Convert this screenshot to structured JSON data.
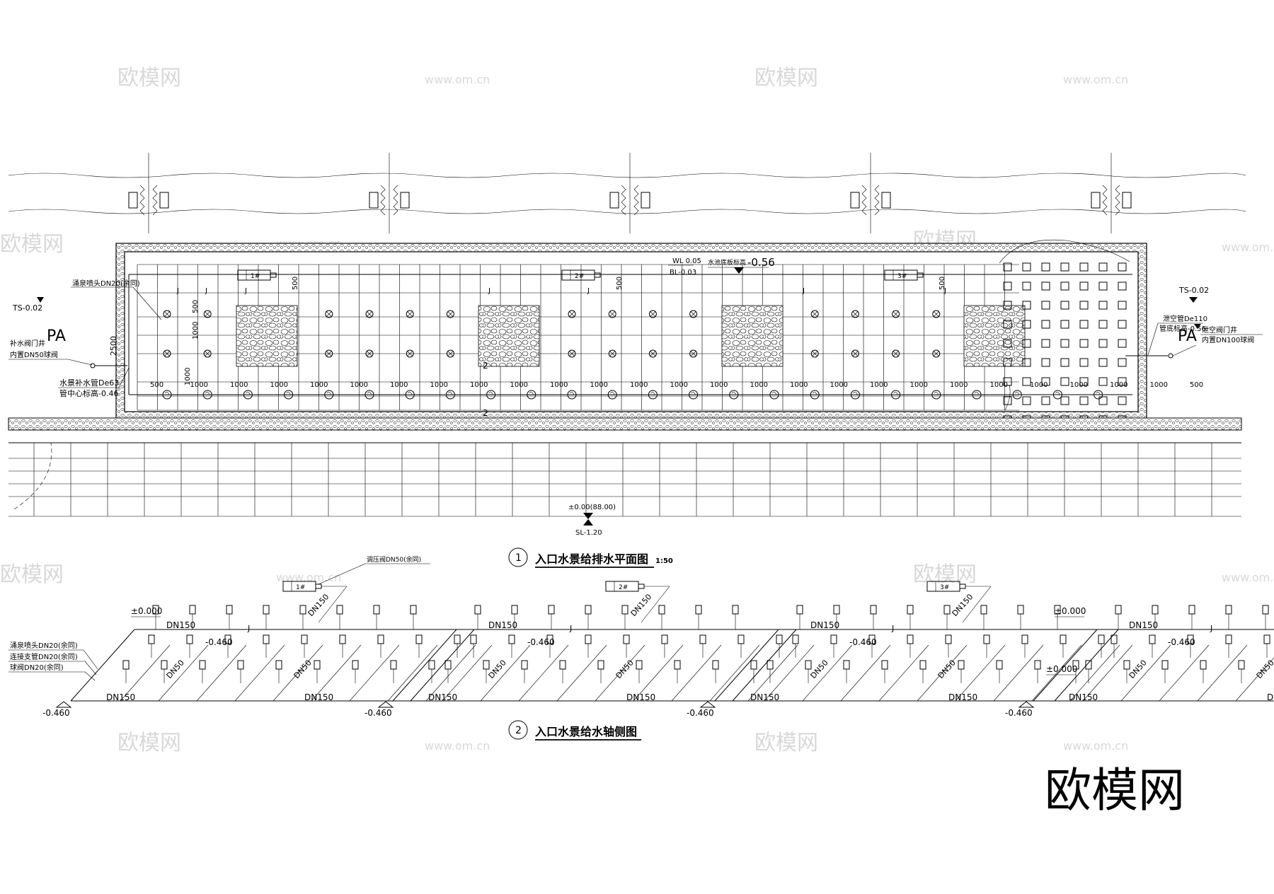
{
  "watermark": {
    "brand": "欧模网",
    "url": "www.om.cn"
  },
  "plan": {
    "ts_left": "TS-0.02",
    "ts_right": "TS-0.02",
    "pa_left": "PA",
    "pa_right": "PA",
    "label_spray": "涌泉喷头DN20(余同)",
    "label_fill_well": "补水阀门井",
    "label_fill_valve": "内置DN50球阀",
    "label_fill_pipe": "水景补水管De63",
    "label_fill_elev": "管中心标高-0.46",
    "label_drain_pipe": "泄空管De110",
    "label_drain_elev": "管底标高-0.56",
    "label_drain_well": "泄空阀门井",
    "label_drain_valve": "内置DN100球阀",
    "wl": "WL 0.05",
    "bl": "BL-0.03",
    "pool_bottom": "水池底板标高",
    "pool_bottom_val": "-0.56",
    "pumps": [
      "1#",
      "2#",
      "3#"
    ],
    "dim_500": "500",
    "dim_1000": "1000",
    "dim_2500": "2500",
    "elev_ground": "±0.00(88.00)",
    "sl": "SL-1.20",
    "j": "J",
    "sec_mark": "2"
  },
  "title1": {
    "num": "1",
    "text": "入口水景给排水平面图",
    "scale": "1:50"
  },
  "iso": {
    "pumps": [
      "1#",
      "2#",
      "3#"
    ],
    "label_valve": "调压阀DN50(余同)",
    "label_spray": "涌泉喷头DN20(余同)",
    "label_branch": "连接支管DN20(余同)",
    "label_ball": "球阀DN20(余同)",
    "elev_top": "±0.000",
    "elev_low": "-0.460",
    "dn150": "DN150",
    "dn50": "DN50",
    "j": "J"
  },
  "title2": {
    "num": "2",
    "text": "入口水景给水轴侧图"
  },
  "logo": "欧模网"
}
